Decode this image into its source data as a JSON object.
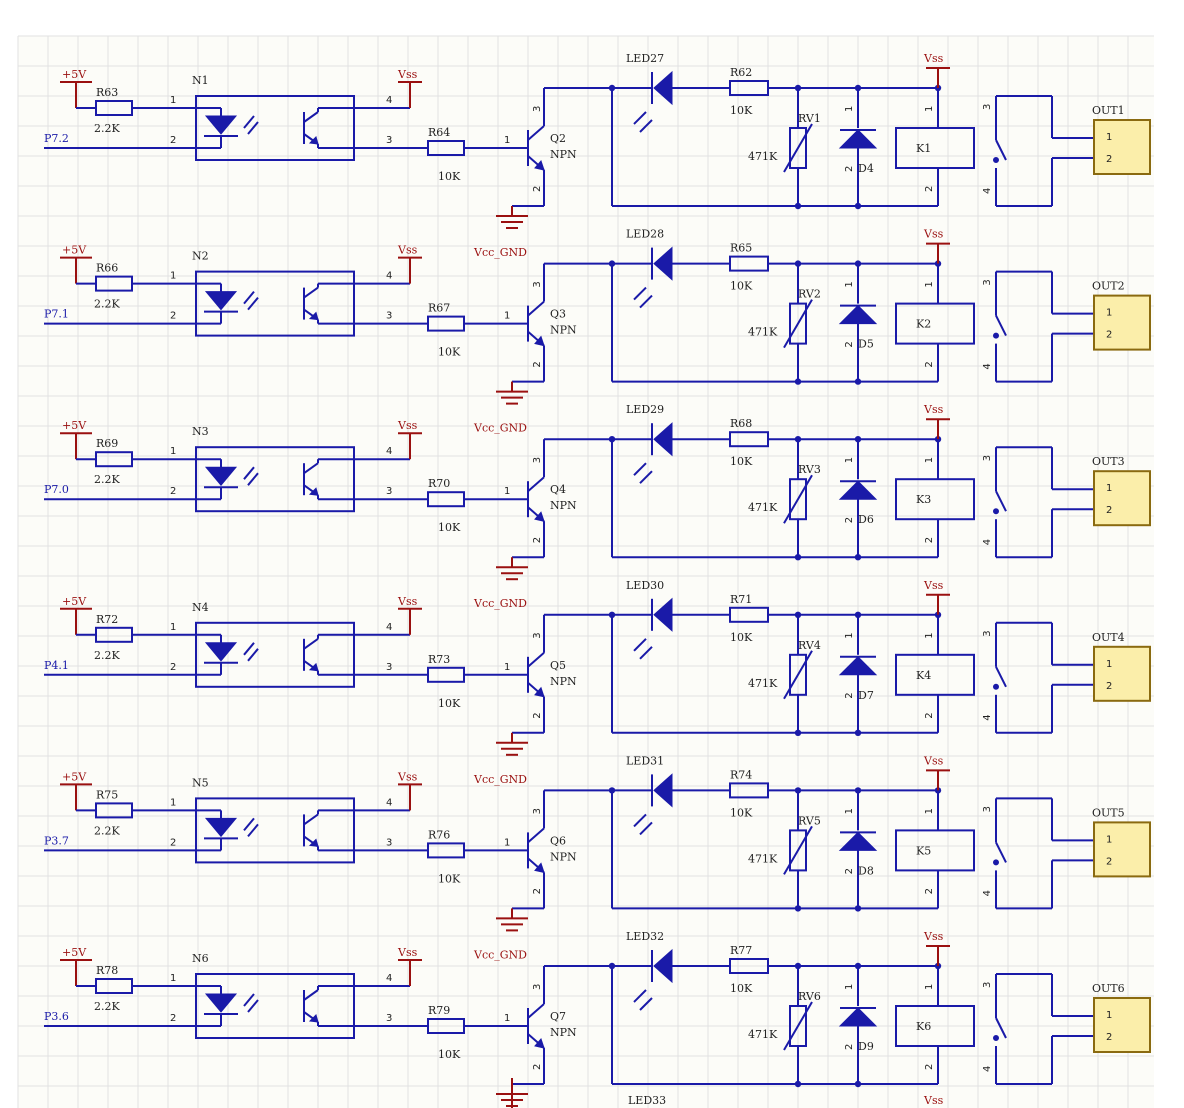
{
  "labels": {
    "plus5v": "+5V",
    "vss": "Vss",
    "vcc_gnd": "Vcc_GND",
    "npn": "NPN",
    "r_input_value": "2.2K",
    "r_base_value": "10K",
    "r_led_value": "10K",
    "varistor_value": "471K"
  },
  "colors": {
    "wire": "#1a1aa8",
    "power": "#9a1010",
    "connector_fill": "#fbeeaa",
    "grid": "#dcdcdc"
  },
  "channels": [
    {
      "input": "P7.2",
      "r_in": "R63",
      "opto": "N1",
      "r_base": "R64",
      "transistor": "Q2",
      "led": "LED27",
      "r_led": "R62",
      "varistor": "RV1",
      "diode": "D4",
      "relay": "K1",
      "connector": "OUT1"
    },
    {
      "input": "P7.1",
      "r_in": "R66",
      "opto": "N2",
      "r_base": "R67",
      "transistor": "Q3",
      "led": "LED28",
      "r_led": "R65",
      "varistor": "RV2",
      "diode": "D5",
      "relay": "K2",
      "connector": "OUT2"
    },
    {
      "input": "P7.0",
      "r_in": "R69",
      "opto": "N3",
      "r_base": "R70",
      "transistor": "Q4",
      "led": "LED29",
      "r_led": "R68",
      "varistor": "RV3",
      "diode": "D6",
      "relay": "K3",
      "connector": "OUT3"
    },
    {
      "input": "P4.1",
      "r_in": "R72",
      "opto": "N4",
      "r_base": "R73",
      "transistor": "Q5",
      "led": "LED30",
      "r_led": "R71",
      "varistor": "RV4",
      "diode": "D7",
      "relay": "K4",
      "connector": "OUT4"
    },
    {
      "input": "P3.7",
      "r_in": "R75",
      "opto": "N5",
      "r_base": "R76",
      "transistor": "Q6",
      "led": "LED31",
      "r_led": "R74",
      "varistor": "RV5",
      "diode": "D8",
      "relay": "K5",
      "connector": "OUT5"
    },
    {
      "input": "P3.6",
      "r_in": "R78",
      "opto": "N6",
      "r_base": "R79",
      "transistor": "Q7",
      "led": "LED32",
      "r_led": "R77",
      "varistor": "RV6",
      "diode": "D9",
      "relay": "K6",
      "connector": "OUT6"
    }
  ],
  "partial_row": {
    "led": "LED33",
    "vss": "Vss"
  }
}
